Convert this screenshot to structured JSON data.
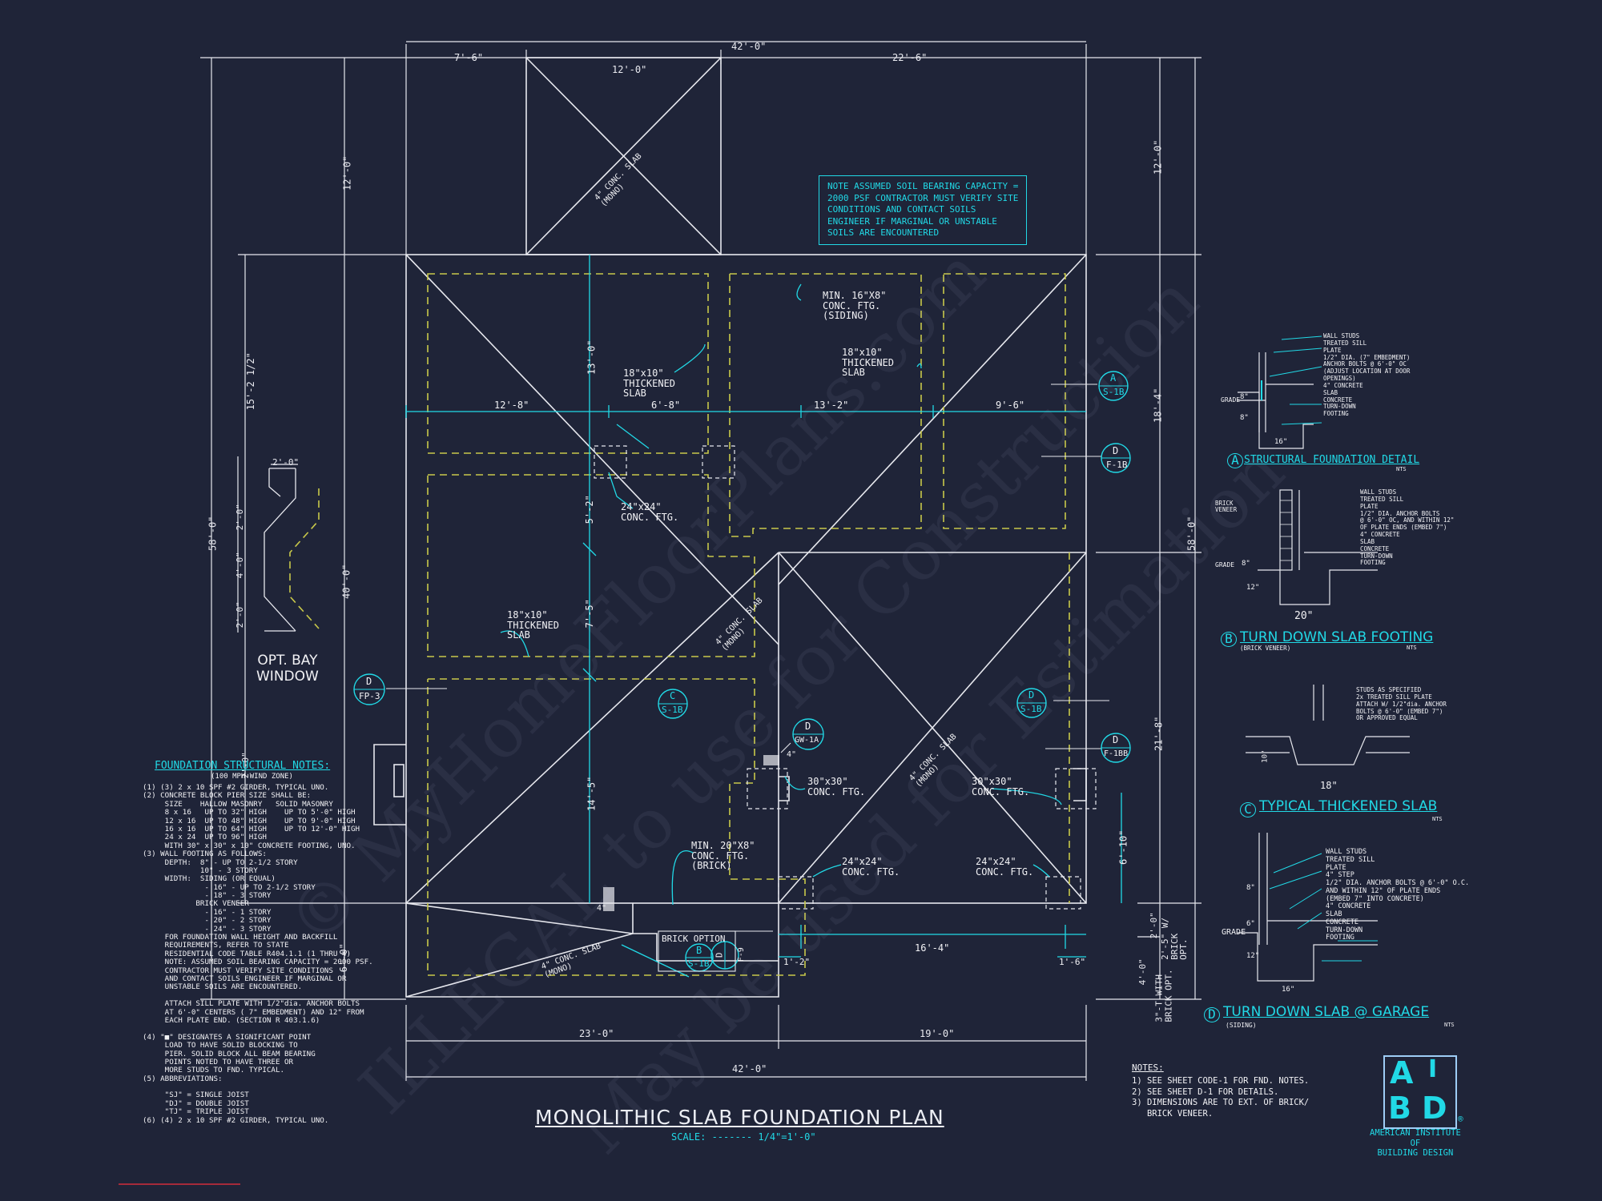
{
  "title": {
    "main": "MONOLITHIC SLAB FOUNDATION PLAN",
    "scale": "SCALE: ------- 1/4\"=1'-0\""
  },
  "soil_note": "NOTE ASSUMED SOIL BEARING CAPACITY =\n2000 PSF CONTRACTOR MUST VERIFY SITE\nCONDITIONS AND CONTACT SOILS\nENGINEER IF MARGINAL OR UNSTABLE\nSOILS ARE ENCOUNTERED",
  "dimensions": {
    "top_overall": "42'-0\"",
    "top_left": "7'-6\"",
    "top_right": "22'-6\"",
    "porch_width": "12'-0\"",
    "left_12": "12'-0\"",
    "left_15": "15'-2 1/2\"",
    "left_58": "58'-0\"",
    "left_40": "40'-0\"",
    "left_6": "6'-0\"",
    "bay_2a": "2'-0\"",
    "bay_2b": "2'-0\"",
    "bay_4": "4'-0\"",
    "bay_2c": "2'-0\"",
    "bay_2d": "2'-0\"",
    "row_12_8": "12'-8\"",
    "row_6_8": "6'-8\"",
    "row_13_2": "13'-2\"",
    "row_9_6": "9'-6\"",
    "v_13": "13'-0\"",
    "v_5_2": "5'-2\"",
    "v_7_5": "7'-5\"",
    "v_14_5": "14'-5\"",
    "right_12": "12'-0\"",
    "right_18_4": "18'-4\"",
    "right_58": "58'-0\"",
    "right_21_8": "21'-8\"",
    "right_2": "2'-0\"",
    "right_3_t": "3\"-T WITH\nBRICK OPT.",
    "right_4": "4'-0\"",
    "right_2_5": "2'-5\" W/\nBRICK\nOPT.",
    "bottom_23": "23'-0\"",
    "bottom_19": "19'-0\"",
    "bottom_42": "42'-0\"",
    "garage_16_4": "16'-4\"",
    "garage_1_2": "1'-2\"",
    "garage_1_6": "1'-6\"",
    "garage_6_10": "6'-10\""
  },
  "labels": {
    "porch_slab": "4\" CONC. SLAB\n(MONO)",
    "slab_center": "4\" CONC. SLAB\n(MONO)",
    "slab_garage": "4\" CONC. SLAB\n(MONO)",
    "slab_bottom": "4\" CONC. SLAB\n(MONO)",
    "min16": "MIN. 16\"X8\"\nCONC. FTG.\n(SIDING)",
    "thick1": "18\"x10\"\nTHICKENED\nSLAB",
    "thick2": "18\"x10\"\nTHICKENED\nSLAB",
    "thick3": "18\"x10\"\nTHICKENED\nSLAB",
    "ftg24a": "24\"x24\"\nCONC. FTG.",
    "ftg30a": "30\"x30\"\nCONC. FTG.",
    "ftg30b": "30\"x30\"\nCONC. FTG.",
    "min20": "MIN. 20\"X8\"\nCONC. FTG.\n(BRICK)",
    "ftg24b": "24\"x24\"\nCONC. FTG.",
    "ftg24c": "24\"x24\"\nCONC. FTG.",
    "brick_option": "BRICK OPTION",
    "bay_window": "OPT. BAY\nWINDOW",
    "four_in": "4\"",
    "four_in_b": "4\""
  },
  "callouts": {
    "a_s1b": {
      "top": "A",
      "bottom": "S-1B"
    },
    "d_f1b": {
      "top": "D",
      "bottom": "F-1B"
    },
    "d_fp3": {
      "top": "D",
      "bottom": "FP-3"
    },
    "c_s1b": {
      "top": "C",
      "bottom": "S-1B"
    },
    "d_s1b": {
      "top": "D",
      "bottom": "S-1B"
    },
    "d_gw1a": {
      "top": "D",
      "bottom": "GW-1A"
    },
    "d_f1bb": {
      "top": "D",
      "bottom": "F-1BB"
    },
    "b_s1b": {
      "top": "B",
      "bottom": "S-1B"
    },
    "d_f9": {
      "top": "D",
      "bottom": "F-9"
    }
  },
  "structural_notes": {
    "heading": "FOUNDATION STRUCTURAL NOTES:",
    "subheading": "(100 MPH WIND ZONE)",
    "body": "(1) (3) 2 x 10 SPF #2 GIRDER, TYPICAL UNO.\n(2) CONCRETE BLOCK PIER SIZE SHALL BE:\n     SIZE    HALLOW MASONRY   SOLID MASONRY\n     8 x 16   UP TO 32\" HIGH    UP TO 5'-0\" HIGH\n     12 x 16  UP TO 48\" HIGH    UP TO 9'-0\" HIGH\n     16 x 16  UP TO 64\" HIGH    UP TO 12'-0\" HIGH\n     24 x 24  UP TO 96\" HIGH\n     WITH 30\" x 30\" x 10\" CONCRETE FOOTING, UNO.\n(3) WALL FOOTING AS FOLLOWS:\n     DEPTH:  8\" - UP TO 2-1/2 STORY\n             10\" - 3 STORY\n     WIDTH:  SIDING (OR EQUAL)\n              - 16\" - UP TO 2-1/2 STORY\n              - 18\" - 3 STORY\n            BRICK VENEER\n              - 16\" - 1 STORY\n              - 20\" - 2 STORY\n              - 24\" - 3 STORY\n     FOR FOUNDATION WALL HEIGHT AND BACKFILL\n     REQUIREMENTS, REFER TO STATE\n     RESIDENTIAL CODE TABLE R404.1.1 (1 THRU 4)\n     NOTE: ASSUMED SOIL BEARING CAPACITY = 2000 PSF.\n     CONTRACTOR MUST VERIFY SITE CONDITIONS\n     AND CONTACT SOILS ENGINEER IF MARGINAL OR\n     UNSTABLE SOILS ARE ENCOUNTERED.\n\n     ATTACH SILL PLATE WITH 1/2\"dia. ANCHOR BOLTS\n     AT 6'-0\" CENTERS ( 7\" EMBEDMENT) AND 12\" FROM\n     EACH PLATE END. (SECTION R 403.1.6)\n\n(4) \"■\" DESIGNATES A SIGNIFICANT POINT\n     LOAD TO HAVE SOLID BLOCKING TO\n     PIER. SOLID BLOCK ALL BEAM BEARING\n     POINTS NOTED TO HAVE THREE OR\n     MORE STUDS TO FND. TYPICAL.\n(5) ABBREVIATIONS:\n\n     \"SJ\" = SINGLE JOIST\n     \"DJ\" = DOUBLE JOIST\n     \"TJ\" = TRIPLE JOIST\n(6) (4) 2 x 10 SPF #2 GIRDER, TYPICAL UNO."
  },
  "general_notes": {
    "heading": "NOTES:",
    "body": "1) SEE SHEET CODE-1 FOR FND. NOTES.\n2) SEE SHEET D-1 FOR DETAILS.\n3) DIMENSIONS ARE TO EXT. OF BRICK/\n   BRICK VENEER."
  },
  "details": {
    "a": {
      "tag": "A",
      "title": "STRUCTURAL FOUNDATION DETAIL",
      "scale": "NTS",
      "notes": "WALL STUDS\nTREATED SILL\nPLATE\n1/2\" DIA. (7\" EMBEDMENT)\nANCHOR BOLTS @ 6'-0\" OC\n(ADJUST LOCATION AT DOOR\nOPENINGS)\n4\" CONCRETE\nSLAB\nCONCRETE\nTURN-DOWN\nFOOTING",
      "grade": "GRADE",
      "d1": "8\"",
      "d2": "8\"",
      "w": "16\""
    },
    "b": {
      "tag": "B",
      "title": "TURN DOWN SLAB FOOTING",
      "sub": "(BRICK VENEER)",
      "scale": "NTS",
      "notes": "WALL STUDS\nTREATED SILL\nPLATE\n1/2\" DIA. ANCHOR BOLTS\n@ 6'-0\" OC, AND WITHIN 12\"\nOF PLATE ENDS (EMBED 7\")\n4\" CONCRETE\nSLAB\nCONCRETE\nTURN-DOWN\nFOOTING",
      "brick": "BRICK\nVENEER",
      "grade": "GRADE",
      "d1": "8\"",
      "d2": "12\"",
      "w": "20\""
    },
    "c": {
      "tag": "C",
      "title": "TYPICAL THICKENED SLAB",
      "scale": "NTS",
      "notes": "STUDS AS SPECIFIED\n2x TREATED SILL PLATE\nATTACH W/ 1/2\"dia. ANCHOR\nBOLTS @ 6'-0\" (EMBED 7\")\nOR APPROVED EQUAL",
      "d": "10\"",
      "w": "18\""
    },
    "d": {
      "tag": "D",
      "title": "TURN DOWN SLAB @ GARAGE",
      "sub": "(SIDING)",
      "scale": "NTS",
      "notes": "WALL STUDS\nTREATED SILL\nPLATE\n4\" STEP\n1/2\" DIA. ANCHOR BOLTS @ 6'-0\" O.C.\nAND WITHIN 12\" OF PLATE ENDS\n(EMBED 7\" INTO CONCRETE)\n4\" CONCRETE\nSLAB\nCONCRETE\nTURN-DOWN\nFOOTING",
      "grade": "GRADE",
      "d1": "8\"",
      "d2": "6\"",
      "d3": "12\"",
      "w": "16\""
    }
  },
  "logo": {
    "letters": [
      "A",
      "I",
      "B",
      "D"
    ],
    "registered": "®",
    "caption": "AMERICAN INSTITUTE\nOF\nBUILDING DESIGN"
  },
  "watermarks": {
    "line1": "© MyHomeFloorPlans.com",
    "line2": "ILLEGAL to use for Construction",
    "line3": "May be used for Estimation"
  },
  "colors": {
    "background": "#1f2438",
    "line_white": "#e7e8ee",
    "cyan": "#21d9e6",
    "yellow_dash": "#c8c84a",
    "red_mark": "#d22d3a",
    "logo_border": "#9ecdf6"
  }
}
